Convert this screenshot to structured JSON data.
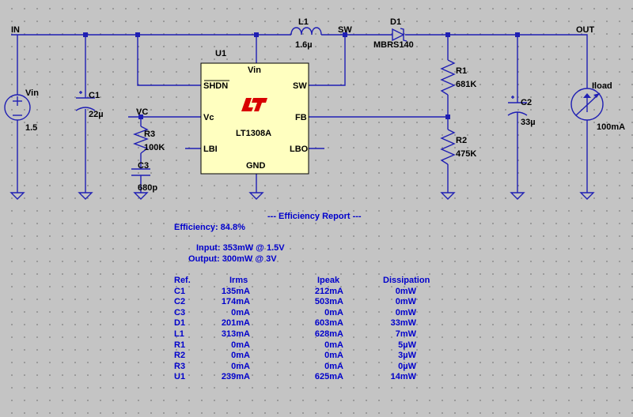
{
  "schematic": {
    "net_in": "IN",
    "net_out": "OUT",
    "net_sw": "SW",
    "net_vc": "VC",
    "u1": {
      "ref": "U1",
      "part": "LT1308A",
      "pins": {
        "vin": "Vin",
        "shdn": "SHDN",
        "sw": "SW",
        "vc": "Vc",
        "fb": "FB",
        "lbi": "LBI",
        "lbo": "LBO",
        "gnd": "GND"
      }
    },
    "vin": {
      "ref": "Vin",
      "value": "1.5"
    },
    "c1": {
      "ref": "C1",
      "value": "22µ"
    },
    "r3": {
      "ref": "R3",
      "value": "100K"
    },
    "c3": {
      "ref": "C3",
      "value": "680p"
    },
    "l1": {
      "ref": "L1",
      "value": "1.6µ"
    },
    "d1": {
      "ref": "D1",
      "value": "MBRS140"
    },
    "r1": {
      "ref": "R1",
      "value": "681K"
    },
    "r2": {
      "ref": "R2",
      "value": "475K"
    },
    "c2": {
      "ref": "C2",
      "value": "33µ"
    },
    "iload": {
      "ref": "Iload",
      "value": "100mA"
    }
  },
  "report": {
    "title": "--- Efficiency Report ---",
    "efficiency": "Efficiency: 84.8%",
    "input": "Input: 353mW @ 1.5V",
    "output": "Output: 300mW @ 3V",
    "headers": [
      "Ref.",
      "Irms",
      "Ipeak",
      "Dissipation"
    ],
    "rows": [
      [
        "C1",
        "135mA",
        "212mA",
        "0mW"
      ],
      [
        "C2",
        "174mA",
        "503mA",
        "0mW"
      ],
      [
        "C3",
        "0mA",
        "0mA",
        "0mW"
      ],
      [
        "D1",
        "201mA",
        "603mA",
        "33mW"
      ],
      [
        "L1",
        "313mA",
        "628mA",
        "7mW"
      ],
      [
        "R1",
        "0mA",
        "0mA",
        "5µW"
      ],
      [
        "R2",
        "0mA",
        "0mA",
        "3µW"
      ],
      [
        "R3",
        "0mA",
        "0mA",
        "0µW"
      ],
      [
        "U1",
        "239mA",
        "625mA",
        "14mW"
      ]
    ]
  },
  "colors": {
    "wire": "#1f1fb3",
    "chip_fill": "#ffffc0",
    "logo": "#d80000",
    "report_text": "#0000cc",
    "background": "#c4c4c4"
  }
}
